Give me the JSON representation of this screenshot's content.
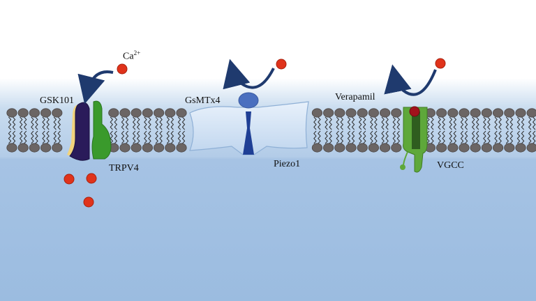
{
  "labels": {
    "ion": "Ca",
    "ion_charge": "2+",
    "agonist": "GSK101",
    "trpv4": "TRPV4",
    "piezo_inhibitor": "GsMTx4",
    "piezo": "Piezo1",
    "vgcc_inhibitor": "Verapamil",
    "vgcc": "VGCC"
  },
  "colors": {
    "background_top": "#ffffff",
    "membrane_band": "#bcd3ea",
    "lower_region": "#a2c0e2",
    "lipid_head": "#6b6564",
    "calcium_ion": "#e0331b",
    "arrow": "#1f3a6e",
    "trpv4_dark": "#2a1b5a",
    "trpv4_green": "#3a9a2c",
    "gsk101_yellow": "#f2d37c",
    "piezo_body": "#d6e6f7",
    "gsmtx4_blob": "#4a6fbf",
    "vgcc_green": "#5ea83a",
    "verapamil_red": "#a2121c"
  }
}
